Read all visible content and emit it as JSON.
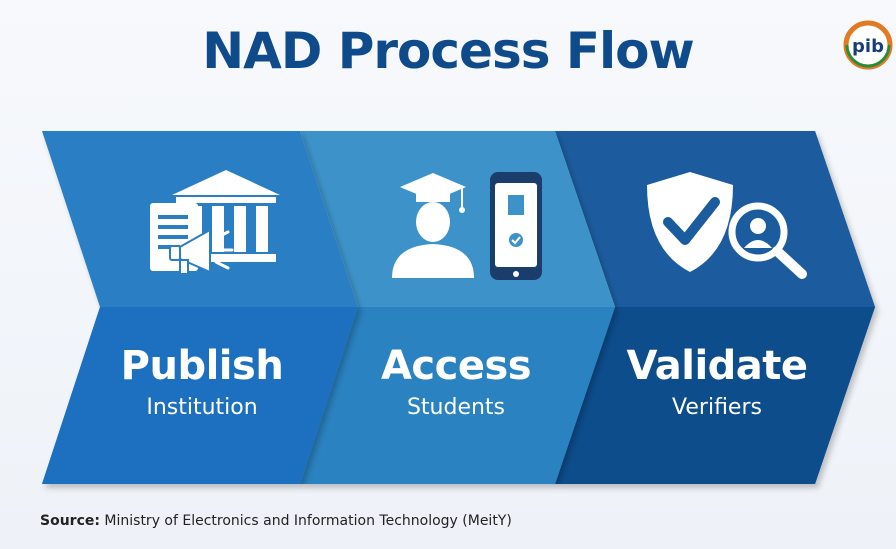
{
  "title": "NAD Process Flow",
  "logo": {
    "text": "pib",
    "icon": "pib-logo"
  },
  "steps": [
    {
      "title": "Publish",
      "subtitle": "Institution",
      "icon": "institution-publish-icon"
    },
    {
      "title": "Access",
      "subtitle": "Students",
      "icon": "student-mobile-icon"
    },
    {
      "title": "Validate",
      "subtitle": "Verifiers",
      "icon": "verify-shield-icon"
    }
  ],
  "source": {
    "label": "Source:",
    "text": "Ministry of Electronics and Information Technology (MeitY)"
  },
  "colors": {
    "title": "#0f4a8a",
    "step1_top": "#2c7ec4",
    "step1_bottom": "#1e6fbf",
    "step2_top": "#3d93c9",
    "step2_bottom": "#2a82c0",
    "step3_top": "#1a5c9e",
    "step3_bottom": "#114d8c"
  }
}
